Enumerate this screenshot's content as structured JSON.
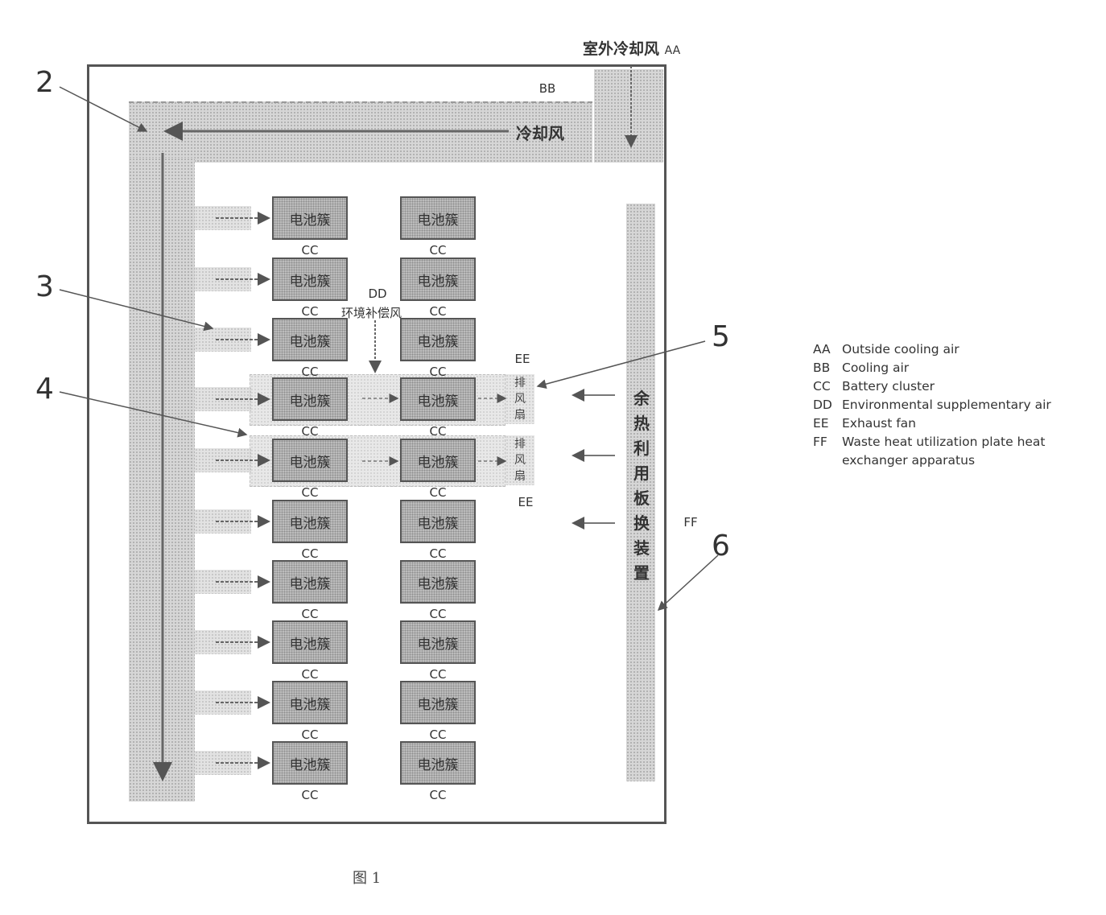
{
  "diagram": {
    "labels": {
      "AA": "AA",
      "BB": "BB",
      "DD": "DD",
      "EE": "EE",
      "FF": "FF",
      "outside_air_cn": "室外冷却风",
      "cooling_air_cn": "冷却风",
      "env_supp_air_cn": "环境补偿风",
      "heat_exchanger_cn": "余热利用板换装置",
      "exhaust_fan_cn": "排风扇"
    },
    "callouts": [
      "2",
      "3",
      "4",
      "5",
      "6"
    ],
    "battery_cluster_text": "电池簇",
    "cc_label": "CC",
    "rows": 10,
    "legend": [
      {
        "code": "AA",
        "text": "Outside cooling air"
      },
      {
        "code": "BB",
        "text": "Cooling air"
      },
      {
        "code": "CC",
        "text": "Battery cluster"
      },
      {
        "code": "DD",
        "text": "Environmental supplementary air"
      },
      {
        "code": "EE",
        "text": "Exhaust fan"
      },
      {
        "code": "FF",
        "text": "Waste heat utilization plate heat exchanger apparatus"
      }
    ],
    "figure_caption": "图 1"
  }
}
